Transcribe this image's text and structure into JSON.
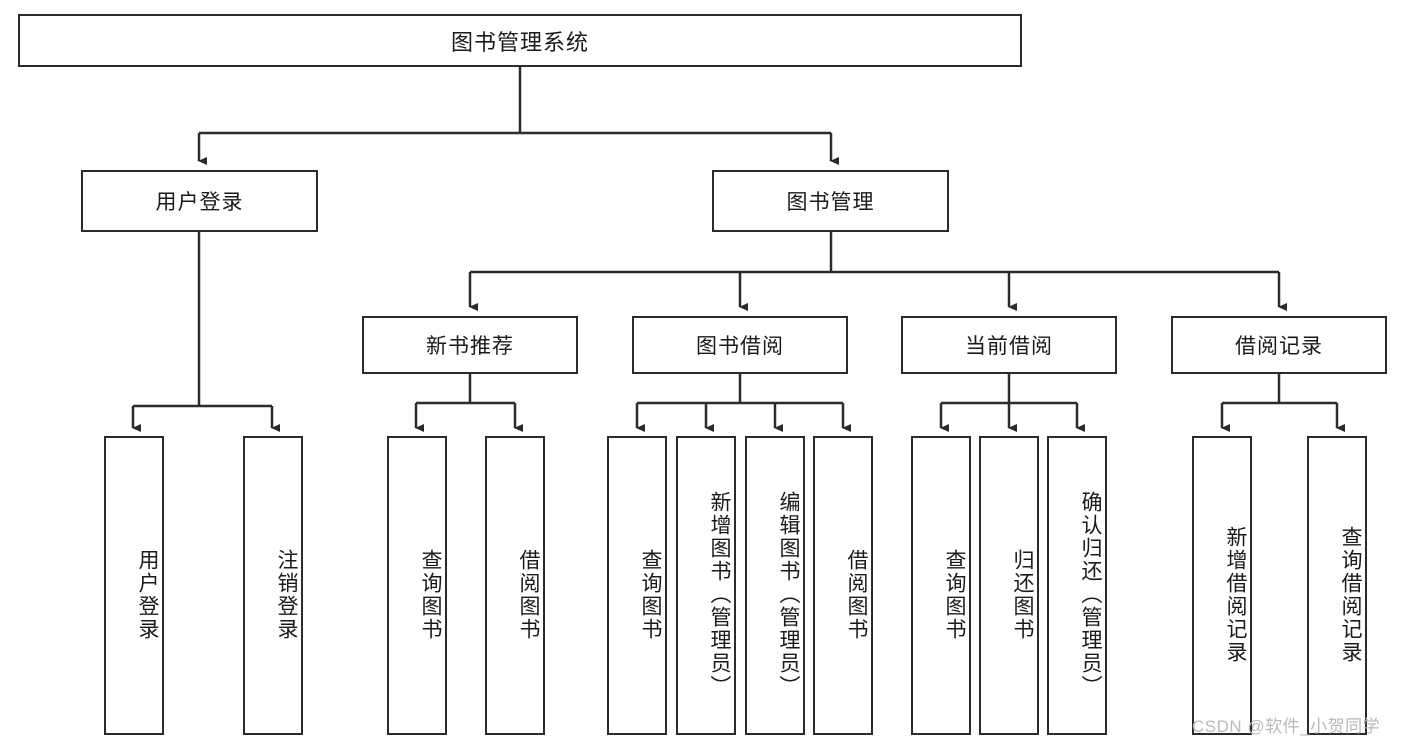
{
  "diagram": {
    "type": "tree",
    "title": "图书管理系统",
    "root": {
      "label": "图书管理系统"
    },
    "level2": [
      {
        "label": "用户登录"
      },
      {
        "label": "图书管理"
      }
    ],
    "level3": [
      {
        "label": "新书推荐"
      },
      {
        "label": "图书借阅"
      },
      {
        "label": "当前借阅"
      },
      {
        "label": "借阅记录"
      }
    ],
    "leaves": [
      {
        "label": "用户登录"
      },
      {
        "label": "注销登录"
      },
      {
        "label": "查询图书"
      },
      {
        "label": "借阅图书"
      },
      {
        "label": "查询图书"
      },
      {
        "label": "新增图书（管理员）"
      },
      {
        "label": "编辑图书（管理员）"
      },
      {
        "label": "借阅图书"
      },
      {
        "label": "查询图书"
      },
      {
        "label": "归还图书"
      },
      {
        "label": "确认归还（管理员）"
      },
      {
        "label": "新增借阅记录"
      },
      {
        "label": "查询借阅记录"
      }
    ]
  },
  "watermark": {
    "text": "CSDN @软件_小贺同学"
  },
  "colors": {
    "stroke": "#2b2b2b",
    "fill": "#ffffff",
    "text": "#1a1a1a",
    "watermark": "#b9b9b9"
  }
}
